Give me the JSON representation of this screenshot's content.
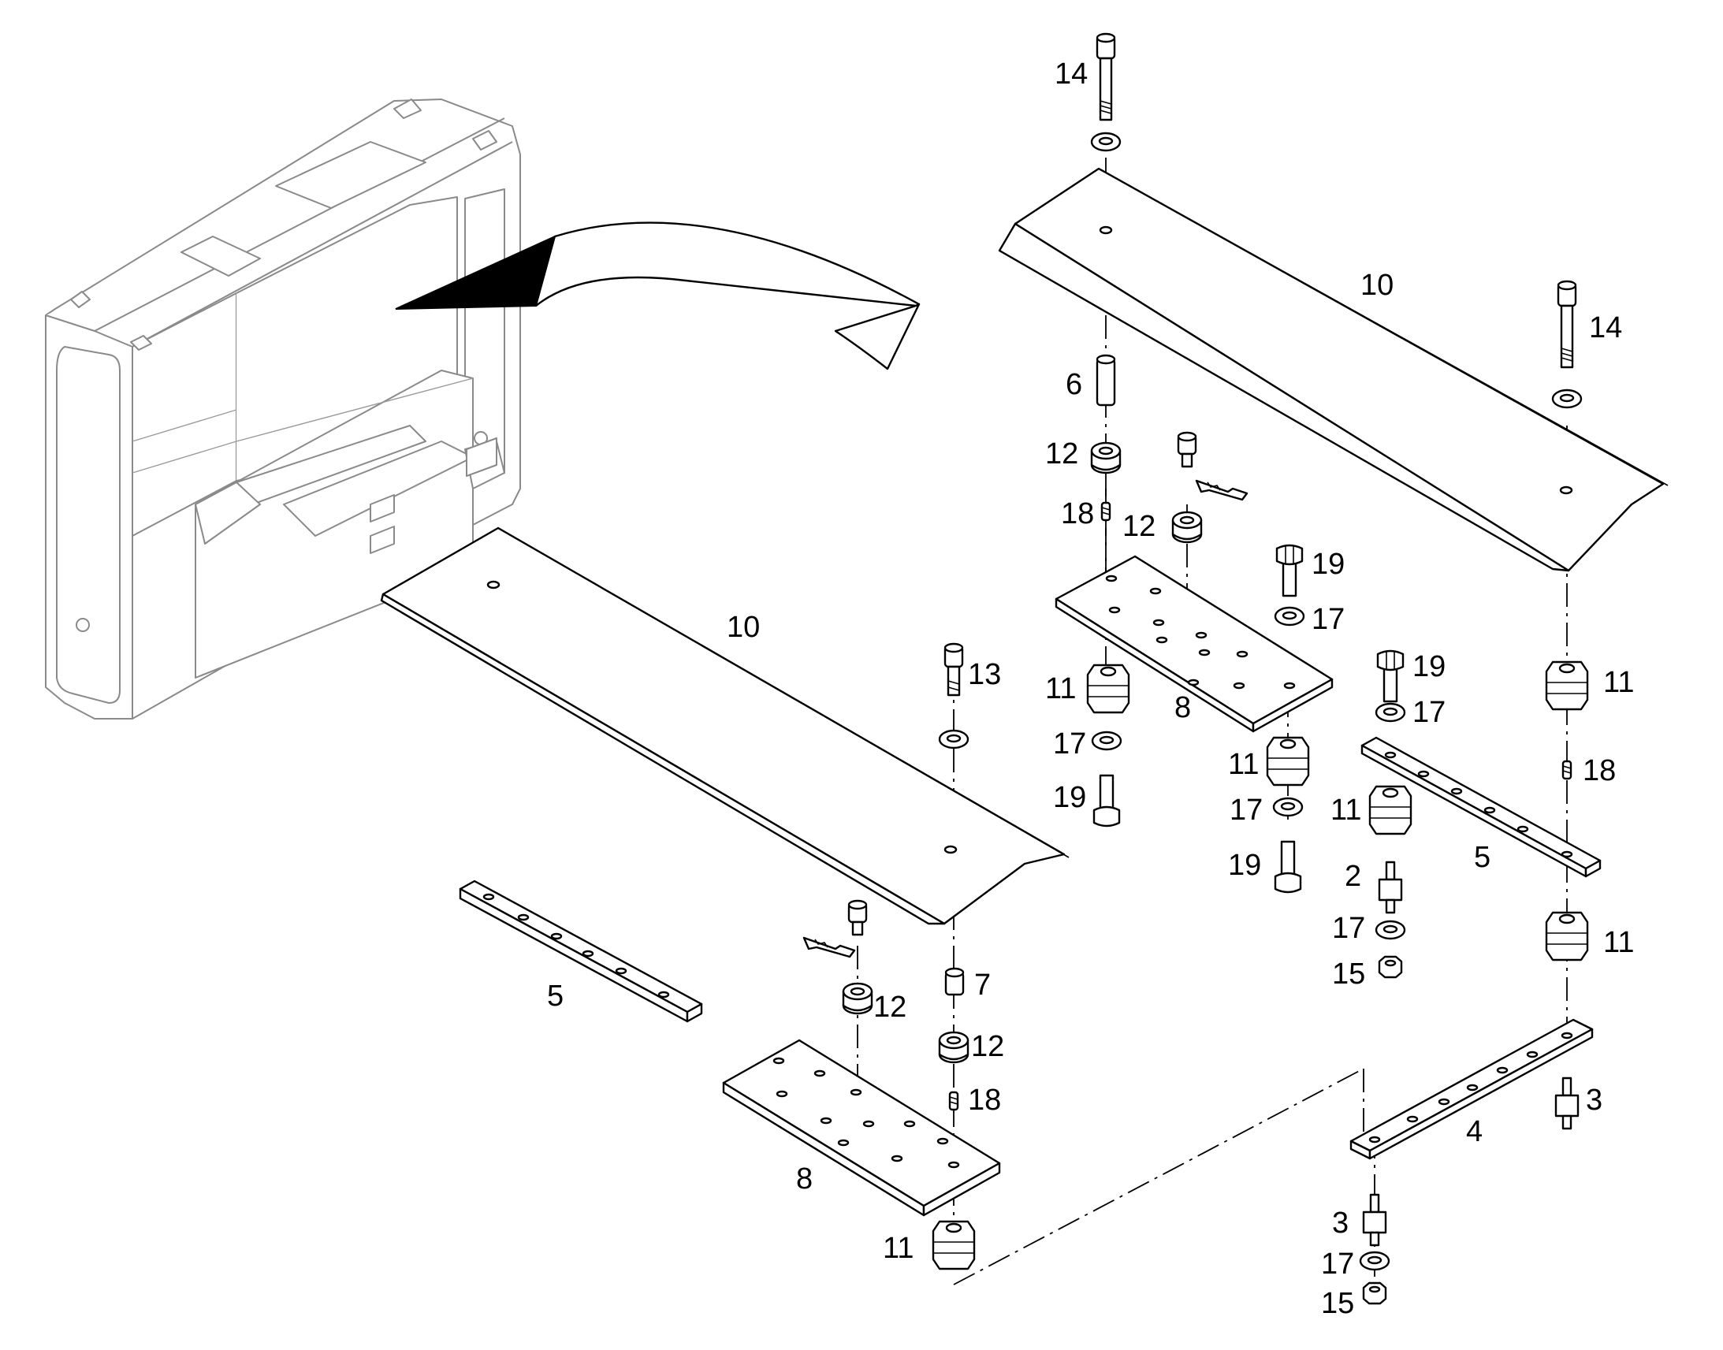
{
  "diagram": {
    "callouts": [
      {
        "id": "c-14-a",
        "label": "14"
      },
      {
        "id": "c-10-a",
        "label": "10"
      },
      {
        "id": "c-14-b",
        "label": "14"
      },
      {
        "id": "c-6",
        "label": "6"
      },
      {
        "id": "c-12-a",
        "label": "12"
      },
      {
        "id": "c-18-a",
        "label": "18"
      },
      {
        "id": "c-12-b",
        "label": "12"
      },
      {
        "id": "c-19-a",
        "label": "19"
      },
      {
        "id": "c-17-a",
        "label": "17"
      },
      {
        "id": "c-8-a",
        "label": "8"
      },
      {
        "id": "c-11-a",
        "label": "11"
      },
      {
        "id": "c-17-b",
        "label": "17"
      },
      {
        "id": "c-19-b",
        "label": "19"
      },
      {
        "id": "c-11-b",
        "label": "11"
      },
      {
        "id": "c-17-c",
        "label": "17"
      },
      {
        "id": "c-19-c",
        "label": "19"
      },
      {
        "id": "c-19-d",
        "label": "19"
      },
      {
        "id": "c-17-d",
        "label": "17"
      },
      {
        "id": "c-11-c",
        "label": "11"
      },
      {
        "id": "c-11-d",
        "label": "11"
      },
      {
        "id": "c-18-b",
        "label": "18"
      },
      {
        "id": "c-5-a",
        "label": "5"
      },
      {
        "id": "c-2",
        "label": "2"
      },
      {
        "id": "c-17-e",
        "label": "17"
      },
      {
        "id": "c-15-a",
        "label": "15"
      },
      {
        "id": "c-11-e",
        "label": "11"
      },
      {
        "id": "c-10-b",
        "label": "10"
      },
      {
        "id": "c-13",
        "label": "13"
      },
      {
        "id": "c-5-b",
        "label": "5"
      },
      {
        "id": "c-12-c",
        "label": "12"
      },
      {
        "id": "c-7",
        "label": "7"
      },
      {
        "id": "c-12-d",
        "label": "12"
      },
      {
        "id": "c-18-c",
        "label": "18"
      },
      {
        "id": "c-8-b",
        "label": "8"
      },
      {
        "id": "c-11-f",
        "label": "11"
      },
      {
        "id": "c-3-a",
        "label": "3"
      },
      {
        "id": "c-4",
        "label": "4"
      },
      {
        "id": "c-3-b",
        "label": "3"
      },
      {
        "id": "c-17-f",
        "label": "17"
      },
      {
        "id": "c-15-b",
        "label": "15"
      }
    ]
  }
}
